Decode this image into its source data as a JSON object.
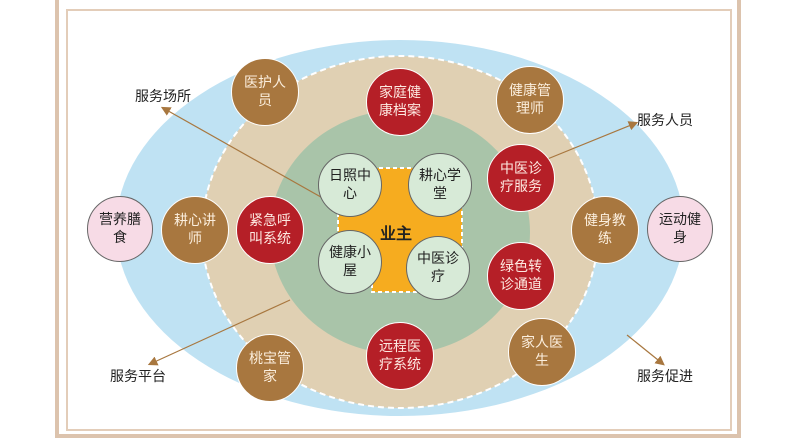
{
  "colors": {
    "outer": "#bfe2f3",
    "ring": "#e0d0b3",
    "inner": "#a9c4a9",
    "core": "#f6ac1f",
    "brown": "#a8773f",
    "red": "#b51f27",
    "arrow": "#a8773f"
  },
  "core": "业主",
  "labels": {
    "places": "服务场所",
    "staff": "服务人员",
    "platform": "服务平台",
    "promotion": "服务促进"
  },
  "nodes": {
    "medical_staff": "医护人员",
    "family_health_records": "家庭健康档案",
    "health_manager": "健康管理师",
    "tcm_service": "中医诊疗服务",
    "day_care_center": "日照中心",
    "gengxin_school": "耕心学堂",
    "nutrition": "营养膳食",
    "gengxin_lecturer": "耕心讲师",
    "emergency_call": "紧急呼叫系统",
    "fitness_coach": "健身教练",
    "sports_fitness": "运动健身",
    "health_cabin": "健康小屋",
    "tcm_clinic": "中医诊疗",
    "green_referral": "绿色转诊通道",
    "taobao_butler": "桃宝管家",
    "telemedicine": "远程医疗系统",
    "family_doctor": "家人医生"
  }
}
